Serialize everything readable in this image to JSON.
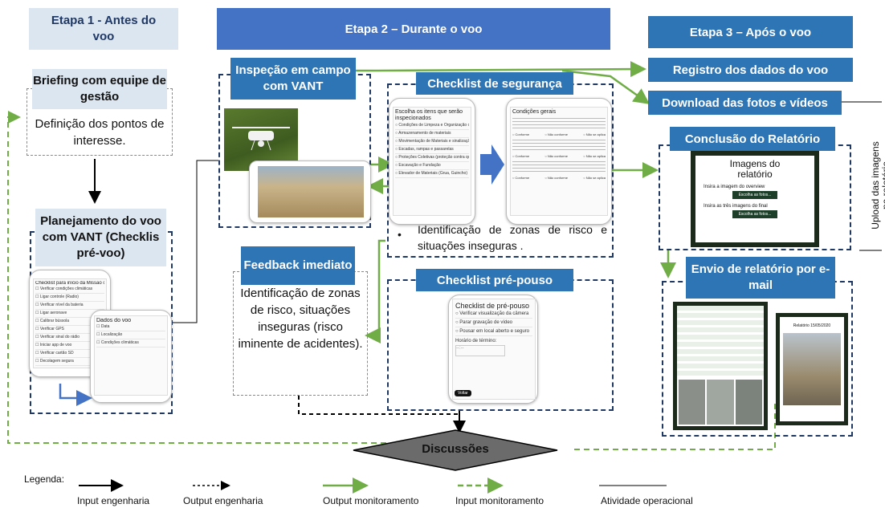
{
  "stages": {
    "stage1": "Etapa 1 - Antes do voo",
    "stage2": "Etapa 2 – Durante o voo",
    "stage3": "Etapa 3 – Após o voo"
  },
  "stage1": {
    "briefing_title": "Briefing com equipe de gestão",
    "briefing_text": "Definição dos pontos de interesse.",
    "planning_title": "Planejamento do voo com VANT (Checklis pré-voo)",
    "phone1_title": "Checklist para início da Missão com VANT",
    "phone1_items": [
      "Verificar condições climáticas",
      "Ligar controle (Radio)",
      "Verificar nível da bateria",
      "Ligar aeronave",
      "Calibrar bússola",
      "Verificar GPS",
      "Verificar sinal do rádio",
      "Iniciar app de voo",
      "Verificar cartão SD",
      "Decolagem segura"
    ],
    "phone2_title": "Dados do voo",
    "phone2_fields": [
      "Data",
      "Localização",
      "Condições climáticas"
    ]
  },
  "stage2": {
    "inspection_title": "Inspeção em campo com VANT",
    "checklist_security_title": "Checklist de segurança",
    "choose_items_title": "Escolha os itens que serão inspecionados",
    "choose_items": [
      "Condições de Limpeza e Organização do canteiro",
      "Armazenamento de materiais",
      "Movimentação de Materiais e sinalização do canteiro",
      "Escadas, rampas e passarelas",
      "Proteções Coletivas (proteção contra queda)",
      "Escavação e Fundação",
      "Elevador de Materiais (Grua, Guincho)"
    ],
    "general_conditions_title": "Condições gerais",
    "options": [
      "Conforme",
      "Não conforme",
      "Não se aplica"
    ],
    "bullet_text": "Identificação de zonas de risco e situações inseguras .",
    "feedback_title": "Feedback imediato",
    "feedback_text": "Identificação de zonas de risco, situações inseguras (risco iminente de acidentes).",
    "prelanding_title": "Checklist pré-pouso",
    "prelanding_phone_title": "Checklist de pré-pouso",
    "prelanding_items": [
      "Verificar visualização da câmera",
      "Parar gravação de vídeo",
      "Pousar em local aberto e seguro"
    ],
    "prelanding_time_label": "Horário de término:",
    "prelanding_time_placeholder": "--:--",
    "back_button": "Voltar"
  },
  "stage3": {
    "flight_data": "Registro dos dados do voo",
    "download": "Download das fotos e vídeos",
    "report_conclusion": "Conclusão do Relatório",
    "report_images_title": "Imagens do relatório",
    "insert_overview": "Insira a imagem do overview",
    "insert_final": "Insira as três imagens do final",
    "choose_photos": "Escolha as fotos...",
    "upload_vertical": "Upload das imagens no relatório",
    "send_report": "Envio de relatório por e-mail",
    "report_date": "Relatório 15/05/2020"
  },
  "discussions": "Discussões",
  "legend": {
    "label": "Legenda:",
    "items": [
      "Input engenharia",
      "Output engenharia",
      "Output monitoramento",
      "Input monitoramento",
      "Atividade operacional"
    ]
  },
  "colors": {
    "navy": "#1f3864",
    "blue_header": "#4472c4",
    "mid_blue": "#2e75b6",
    "light_blue": "#dce6f1",
    "green_arrow": "#70ad47",
    "diamond": "#6b6b6b"
  }
}
